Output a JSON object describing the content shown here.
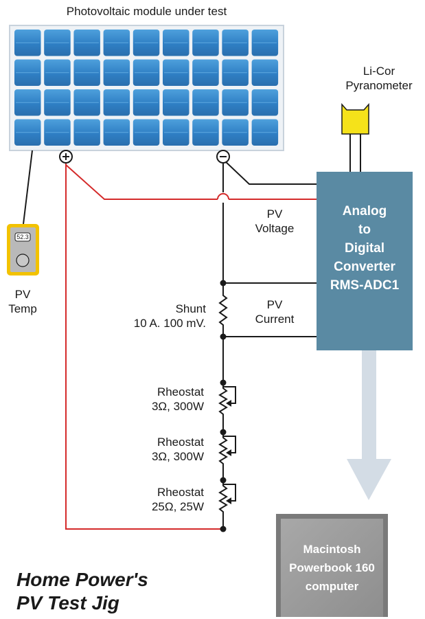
{
  "module_label": "Photovoltaic module under test",
  "pyranometer_label": [
    "Li-Cor",
    "Pyranometer"
  ],
  "temp_display": "52.3",
  "temp_label": [
    "PV",
    "Temp"
  ],
  "voltage_label": [
    "PV",
    "Voltage"
  ],
  "current_label": [
    "PV",
    "Current"
  ],
  "shunt_label": [
    "Shunt",
    "10 A. 100 mV."
  ],
  "rheostats": [
    {
      "name": "Rheostat",
      "rating": "3Ω, 300W"
    },
    {
      "name": "Rheostat",
      "rating": "3Ω, 300W"
    },
    {
      "name": "Rheostat",
      "rating": "25Ω, 25W"
    }
  ],
  "adc_label": [
    "Analog",
    "to",
    "Digital",
    "Converter",
    "RMS-ADC1"
  ],
  "computer_label": [
    "Macintosh",
    "Powerbook 160",
    "computer"
  ],
  "title": [
    "Home Power's",
    "PV Test Jig"
  ],
  "colors": {
    "panel_frame": "#eef2f6",
    "cell": "#2f7fc4",
    "wire_red": "#d42a2a",
    "wire_black": "#1a1a1a",
    "adc_box": "#5a8aa3",
    "computer_box": "#999999",
    "arrow": "#d3dce5",
    "sensor_box": "#f2c200",
    "pyranometer": "#f5e21a"
  },
  "icons": {
    "positive_terminal": "plus-circle-icon",
    "negative_terminal": "minus-circle-icon"
  }
}
